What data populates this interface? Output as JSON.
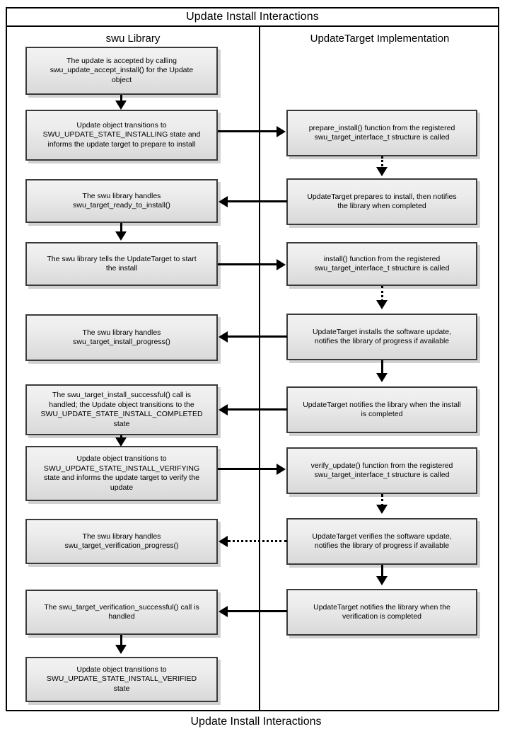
{
  "diagram": {
    "title": "Update Install Interactions",
    "caption": "Update Install Interactions",
    "columns": [
      {
        "id": "swu-library",
        "label": "swu Library"
      },
      {
        "id": "updatetarget-implementation",
        "label": "UpdateTarget Implementation"
      }
    ],
    "colors": {
      "box_border": "#3a3a3a",
      "box_fill_top": "#f2f2f2",
      "box_fill_bottom": "#d9d9d9",
      "frame_border": "#000000",
      "connector": "#000000"
    },
    "left_nodes": [
      {
        "id": "accept-install",
        "text": "The update is accepted by calling\nswu_update_accept_install() for the Update\nobject"
      },
      {
        "id": "state-installing",
        "text": "Update object transitions to\nSWU_UPDATE_STATE_INSTALLING state and\ninforms the update target to prepare to install"
      },
      {
        "id": "ready-to-install",
        "text": "The swu library handles\nswu_target_ready_to_install()"
      },
      {
        "id": "tell-start-install",
        "text": "The swu library tells the UpdateTarget to start\nthe install"
      },
      {
        "id": "install-progress",
        "text": "The swu library handles\nswu_target_install_progress()"
      },
      {
        "id": "install-successful",
        "text": "The swu_target_install_successful() call is\nhandled; the Update object transitions to the\nSWU_UPDATE_STATE_INSTALL_COMPLETED\nstate"
      },
      {
        "id": "state-install-verifying",
        "text": "Update object transitions to\nSWU_UPDATE_STATE_INSTALL_VERIFYING\nstate and informs the update target to verify the\nupdate"
      },
      {
        "id": "verification-progress",
        "text": "The swu library handles\nswu_target_verification_progress()"
      },
      {
        "id": "verification-successful",
        "text": "The swu_target_verification_successful() call is\nhandled"
      },
      {
        "id": "state-install-verified",
        "text": "Update object transitions to\nSWU_UPDATE_STATE_INSTALL_VERIFIED\nstate"
      }
    ],
    "right_nodes": [
      {
        "id": "prepare-install-fn",
        "text": "prepare_install() function from the registered\nswu_target_interface_t structure is called"
      },
      {
        "id": "target-prepares",
        "text": "UpdateTarget prepares to install, then notifies\nthe library when completed"
      },
      {
        "id": "install-fn",
        "text": "install() function from the registered\nswu_target_interface_t structure is called"
      },
      {
        "id": "target-installs",
        "text": "UpdateTarget installs the software update,\nnotifies the library of progress if available"
      },
      {
        "id": "target-notifies-install",
        "text": "UpdateTarget notifies the library when the install\nis completed"
      },
      {
        "id": "verify-update-fn",
        "text": "verify_update() function from the registered\nswu_target_interface_t structure is called"
      },
      {
        "id": "target-verifies",
        "text": "UpdateTarget verifies the software update,\nnotifies the library of progress if available"
      },
      {
        "id": "target-notifies-verification",
        "text": "UpdateTarget notifies the library when the\nverification is completed"
      }
    ]
  }
}
